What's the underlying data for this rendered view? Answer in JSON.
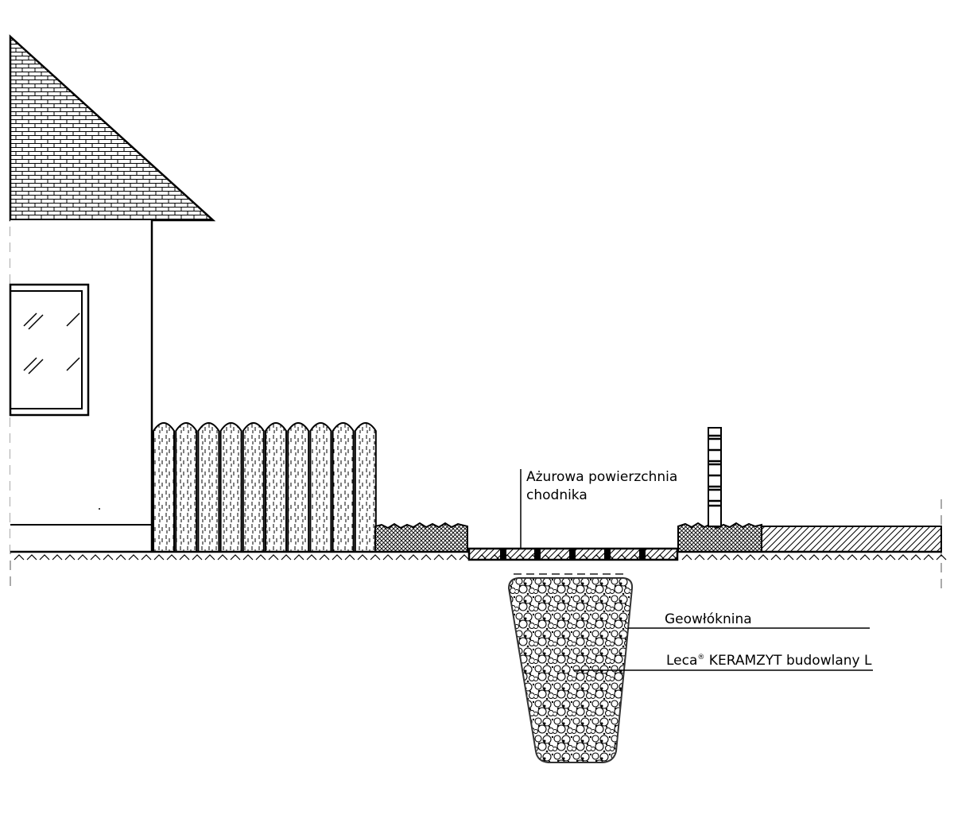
{
  "labels": {
    "surface": {
      "line1": "Ażurowa powierzchnia",
      "line2": "chodnika"
    },
    "geotextile": "Geowłóknina",
    "leca": {
      "brand": "Leca",
      "reg_mark": "®",
      "product": " KERAMZYT budowlany L"
    }
  },
  "colors": {
    "line": "#000000",
    "dash": "#555555",
    "background": "#ffffff"
  }
}
